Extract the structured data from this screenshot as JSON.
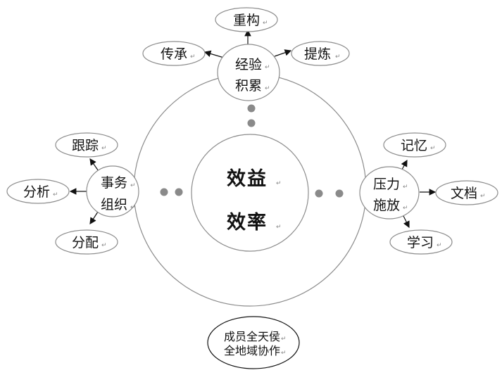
{
  "center": {
    "line1": "效益",
    "line2": "效率"
  },
  "top_node": {
    "line1": "经验",
    "line2": "积累",
    "children": {
      "up": "重构",
      "left": "传承",
      "right": "提炼"
    }
  },
  "left_node": {
    "line1": "事务",
    "line2": "组织",
    "children": {
      "upper": "跟踪",
      "left": "分析",
      "lower": "分配"
    }
  },
  "right_node": {
    "line1": "压力",
    "line2": "施放",
    "children": {
      "upper": "记忆",
      "right": "文档",
      "lower": "学习"
    }
  },
  "bottom_note": {
    "line1": "成员全天侯",
    "line2": "全地域协作"
  },
  "paragraph_mark": "↵",
  "colors": {
    "outline": "#8c8c8c",
    "dot": "#8a8a8a",
    "text": "#111111"
  }
}
